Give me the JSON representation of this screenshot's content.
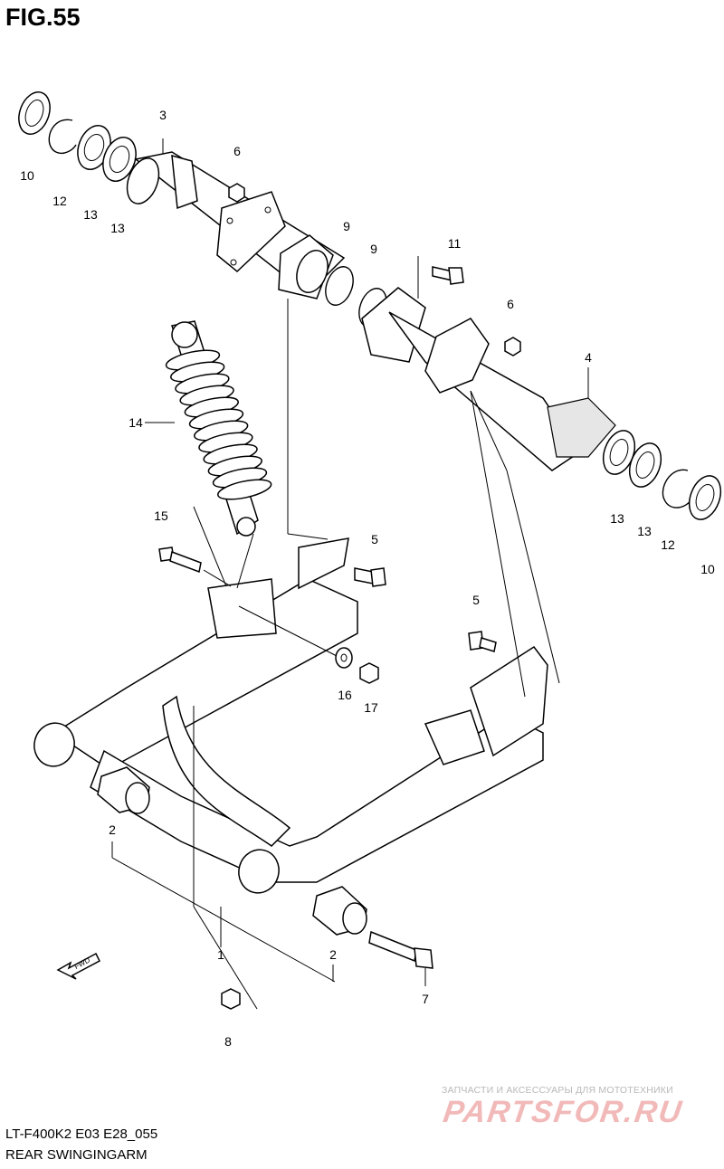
{
  "figure": {
    "title": "FIG.55",
    "model_code": "LT-F400K2 E03 E28_055",
    "caption": "REAR SWINGINGARM"
  },
  "watermark": {
    "tagline": "ЗАПЧАСТИ И АКСЕССУАРЫ ДЛЯ МОТОТЕХНИКИ",
    "logo": "PARTSFOR.RU"
  },
  "fwd_label": "FWD",
  "callouts": [
    {
      "id": "c10a",
      "label": "10"
    },
    {
      "id": "c12a",
      "label": "12"
    },
    {
      "id": "c13a",
      "label": "13"
    },
    {
      "id": "c13b",
      "label": "13"
    },
    {
      "id": "c3",
      "label": "3"
    },
    {
      "id": "c6a",
      "label": "6"
    },
    {
      "id": "c9a",
      "label": "9"
    },
    {
      "id": "c9b",
      "label": "9"
    },
    {
      "id": "c11",
      "label": "11"
    },
    {
      "id": "c6b",
      "label": "6"
    },
    {
      "id": "c4",
      "label": "4"
    },
    {
      "id": "c13c",
      "label": "13"
    },
    {
      "id": "c13d",
      "label": "13"
    },
    {
      "id": "c12b",
      "label": "12"
    },
    {
      "id": "c10b",
      "label": "10"
    },
    {
      "id": "c14",
      "label": "14"
    },
    {
      "id": "c15",
      "label": "15"
    },
    {
      "id": "c5a",
      "label": "5"
    },
    {
      "id": "c5b",
      "label": "5"
    },
    {
      "id": "c16",
      "label": "16"
    },
    {
      "id": "c17",
      "label": "17"
    },
    {
      "id": "c2a",
      "label": "2"
    },
    {
      "id": "c1",
      "label": "1"
    },
    {
      "id": "c2b",
      "label": "2"
    },
    {
      "id": "c7",
      "label": "7"
    },
    {
      "id": "c8",
      "label": "8"
    }
  ]
}
